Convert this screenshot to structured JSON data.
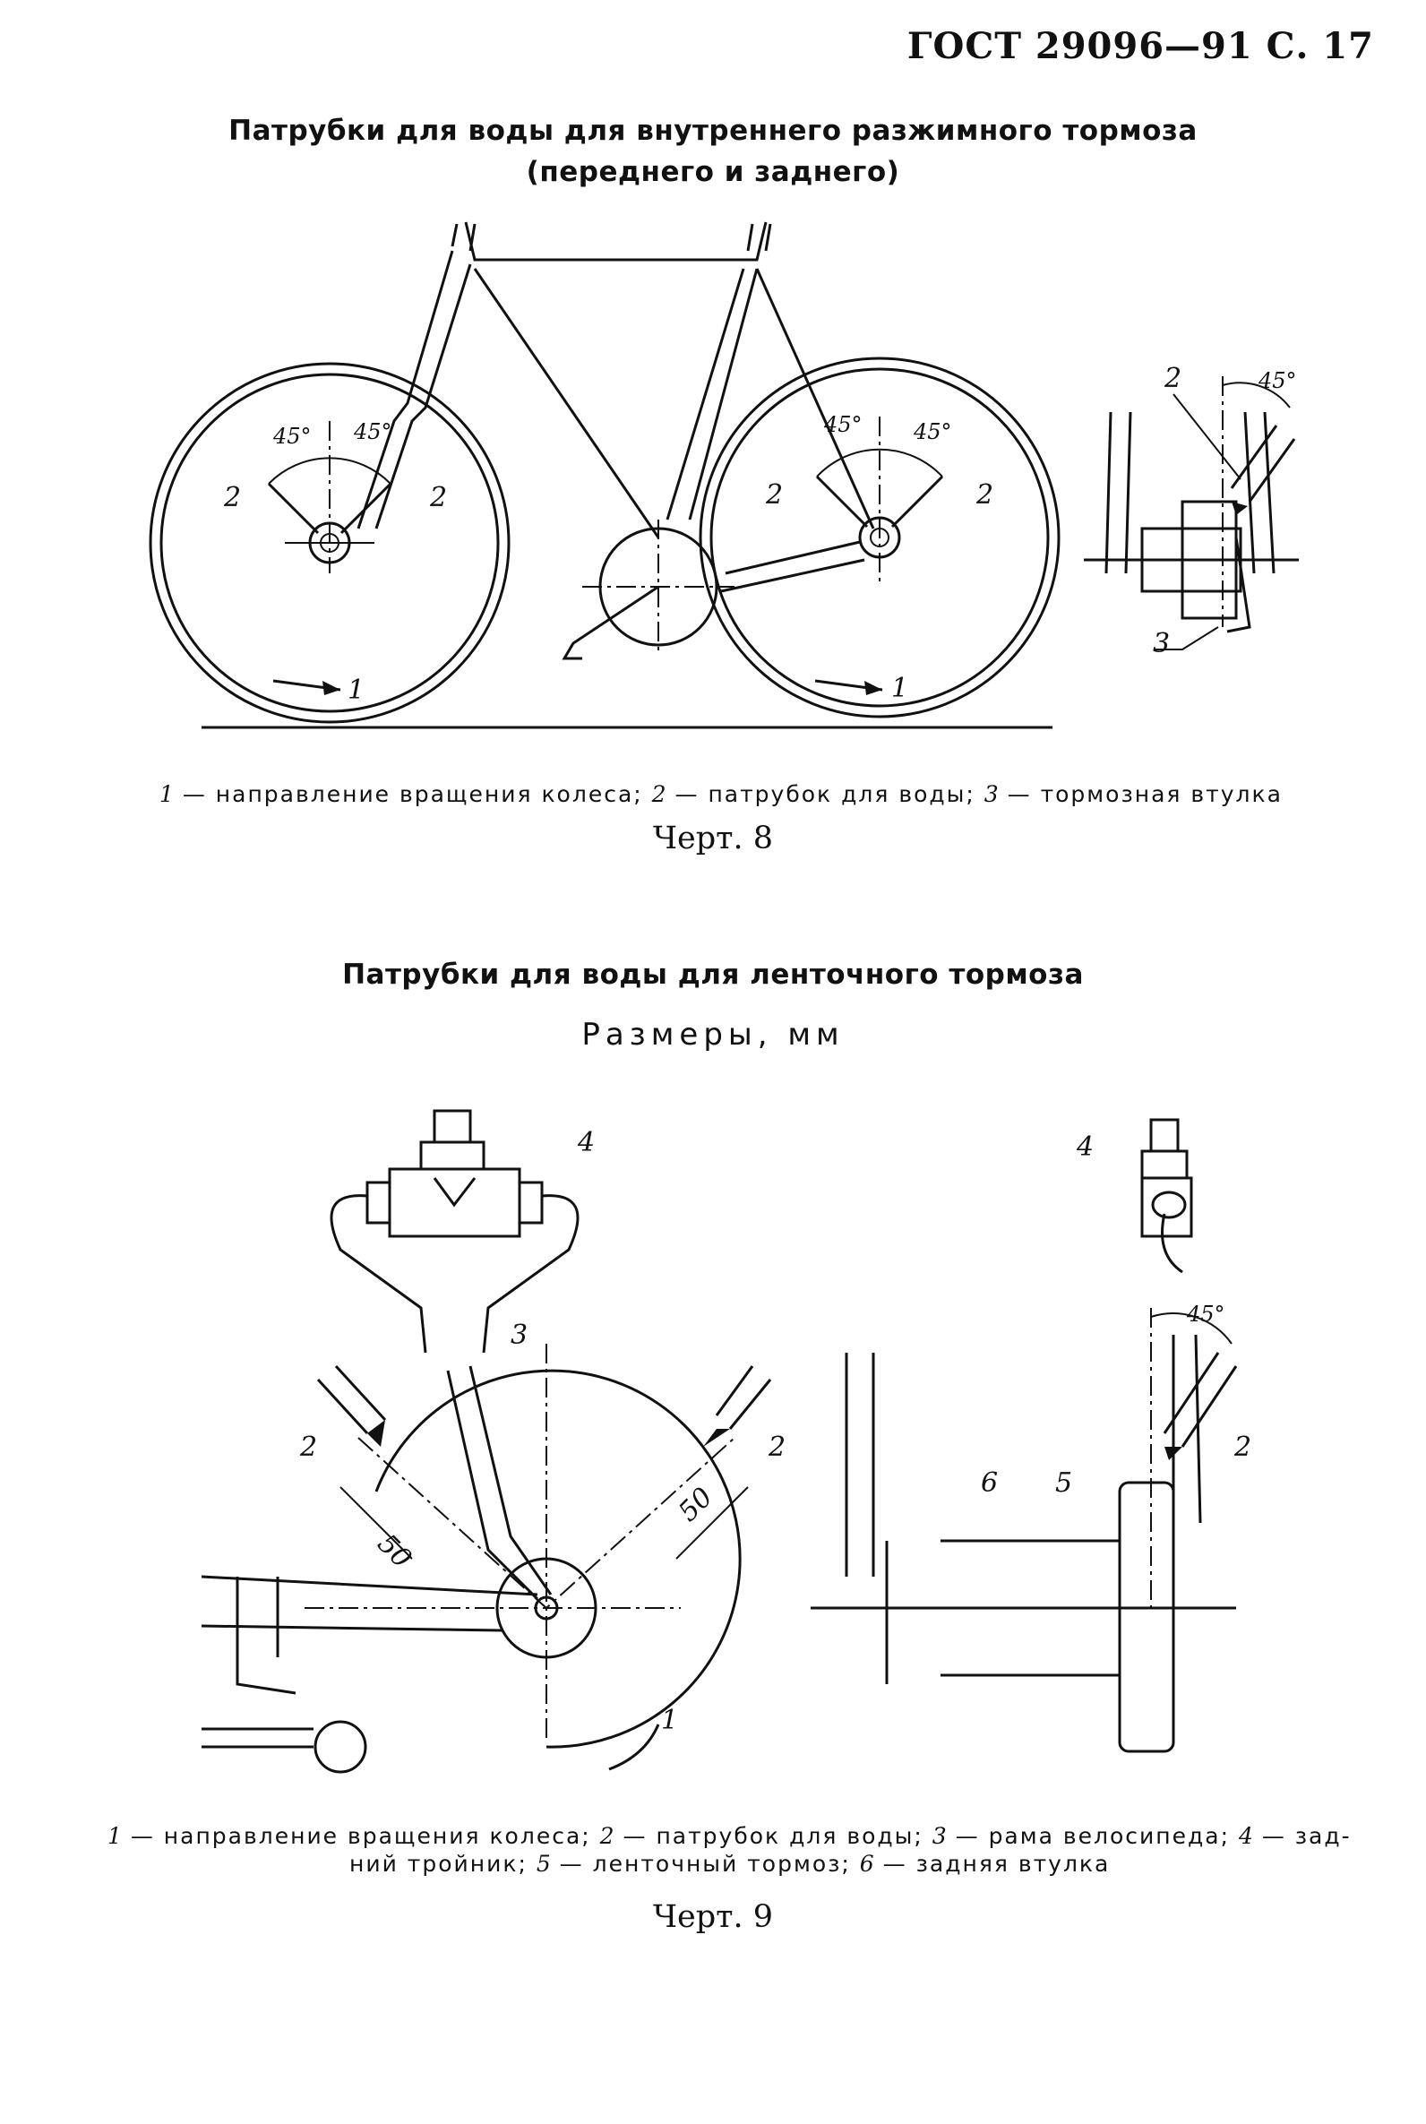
{
  "header": {
    "code": "ГОСТ 29096—91 С. 17"
  },
  "section1": {
    "title_line1": "Патрубки для воды для внутреннего разжимного тормоза",
    "title_line2": "(переднего и заднего)",
    "labels": {
      "one": "1",
      "two": "2",
      "three": "3",
      "angle": "45°"
    },
    "legend": [
      {
        "num": "1",
        "text": " — направление вращения колеса; "
      },
      {
        "num": "2",
        "text": " — патрубок для воды; "
      },
      {
        "num": "3",
        "text": " — тормозная втулка"
      }
    ],
    "figure_caption": "Черт. 8"
  },
  "section2": {
    "title": "Патрубки для воды для ленточного тормоза",
    "subtitle": "Размеры, мм",
    "labels": {
      "one": "1",
      "two": "2",
      "three": "3",
      "four": "4",
      "five": "5",
      "six": "6",
      "angle": "45°",
      "dim": "50"
    },
    "legend_line1": [
      {
        "num": "1",
        "text": " — направление вращения колеса; "
      },
      {
        "num": "2",
        "text": " — патрубок для воды; "
      },
      {
        "num": "3",
        "text": " — рама велосипеда; "
      },
      {
        "num": "4",
        "text": " — зад-"
      }
    ],
    "legend_line2": [
      {
        "num": "",
        "text": "ний тройник; "
      },
      {
        "num": "5",
        "text": " — ленточный тормоз; "
      },
      {
        "num": "6",
        "text": " — задняя втулка"
      }
    ],
    "figure_caption": "Черт. 9"
  }
}
